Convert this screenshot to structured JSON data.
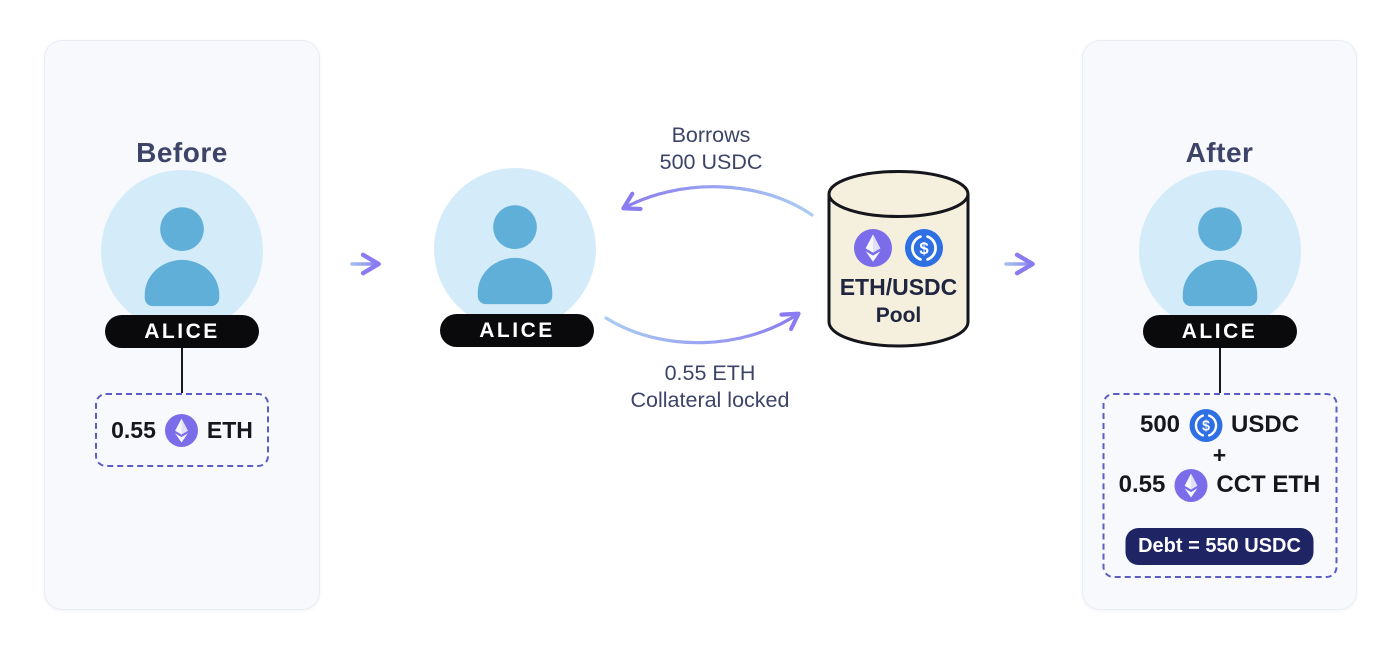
{
  "before_panel": {
    "title": "Before",
    "actor_label": "ALICE",
    "asset_row": {
      "amount": "0.55",
      "token": "ETH"
    }
  },
  "flow": {
    "actor_label": "ALICE",
    "borrow_label": {
      "line1": "Borrows",
      "line2": "500 USDC"
    },
    "collateral_label": {
      "line1": "0.55 ETH",
      "line2": "Collateral locked"
    }
  },
  "pool": {
    "line1": "ETH/USDC",
    "line2": "Pool"
  },
  "after_panel": {
    "title": "After",
    "actor_label": "ALICE",
    "asset_row_1": {
      "amount": "500",
      "token": "USDC"
    },
    "plus": "+",
    "asset_row_2": {
      "amount": "0.55",
      "token": "CCT ETH"
    },
    "debt_badge": "Debt = 550 USDC"
  },
  "icons": {
    "eth": "eth-icon",
    "usdc": "usdc-icon",
    "person": "person-icon",
    "pool": "database-cylinder-icon",
    "arrow": "arrow-right-icon"
  },
  "colors": {
    "panel_bg": "#f7f9fc",
    "panel_border": "#e9edf4",
    "title_navy": "#3d4468",
    "pill_black": "#0a0a0c",
    "dashed_border": "#5a5ec4",
    "debt_pill_bg": "#1f2464",
    "avatar_bg": "#d4ecfa",
    "avatar_person": "#5fafd8",
    "eth_icon_bg": "#7b6cea",
    "usdc_icon_bg": "#2e6fe4",
    "pool_fill": "#f5f0dd",
    "pool_stroke": "#15151c",
    "arrow_purple": "#8a7bf0",
    "arrow_blue": "#a9cdf2"
  }
}
